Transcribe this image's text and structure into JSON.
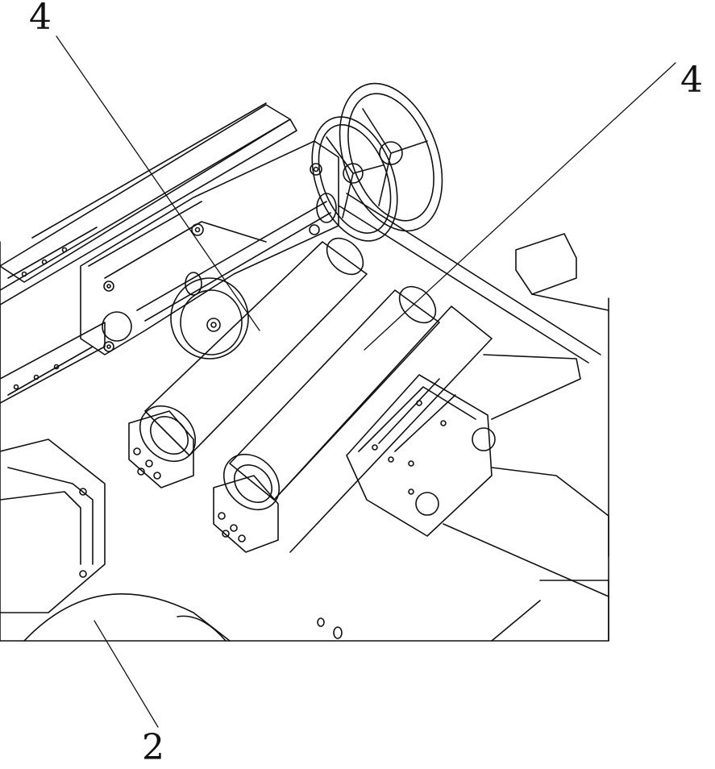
{
  "figure": {
    "callouts": [
      {
        "id": "a",
        "text": "4"
      },
      {
        "id": "b",
        "text": "4"
      },
      {
        "id": "c",
        "text": "2"
      }
    ]
  },
  "colors": {
    "stroke": "#111111",
    "background": "#ffffff"
  }
}
